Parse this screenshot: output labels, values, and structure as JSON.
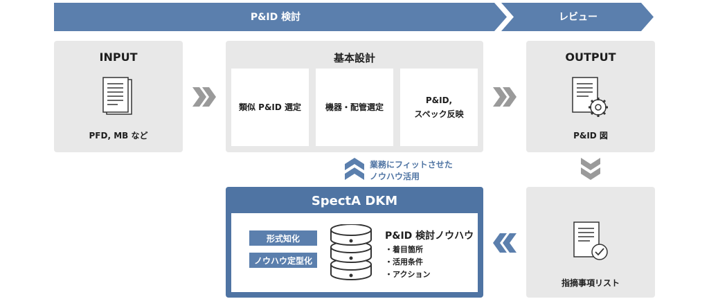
{
  "banner": {
    "main": "P&ID 検討",
    "review": "レビュー"
  },
  "input": {
    "title": "INPUT",
    "caption": "PFD, MB など"
  },
  "basic_design": {
    "title": "基本設計",
    "steps": [
      "類似 P&ID 選定",
      "機器・配管選定",
      "P&ID,\nスペック反映"
    ]
  },
  "output": {
    "title": "OUTPUT",
    "caption": "P&ID 図"
  },
  "checklist": {
    "caption": "指摘事項リスト"
  },
  "feedback": {
    "line1": "業務にフィットさせた",
    "line2": "ノウハウ活用"
  },
  "dkm": {
    "title": "SpectA DKM",
    "tags": [
      "形式知化",
      "ノウハウ定型化"
    ],
    "knowhow_title": "P&ID 検討ノウハウ",
    "bullets": [
      "・着目箇所",
      "・活用条件",
      "・アクション"
    ]
  },
  "colors": {
    "accent": "#5b7fad",
    "panel": "#e8e8e8",
    "chevron": "#9a9a9a",
    "dkm_border": "#4f74a3"
  },
  "icons": [
    "document-icon",
    "document-gear-icon",
    "document-check-icon",
    "database-icon",
    "double-chevron-right-icon",
    "double-chevron-down-icon",
    "double-chevron-left-icon",
    "double-chevron-up-icon"
  ]
}
